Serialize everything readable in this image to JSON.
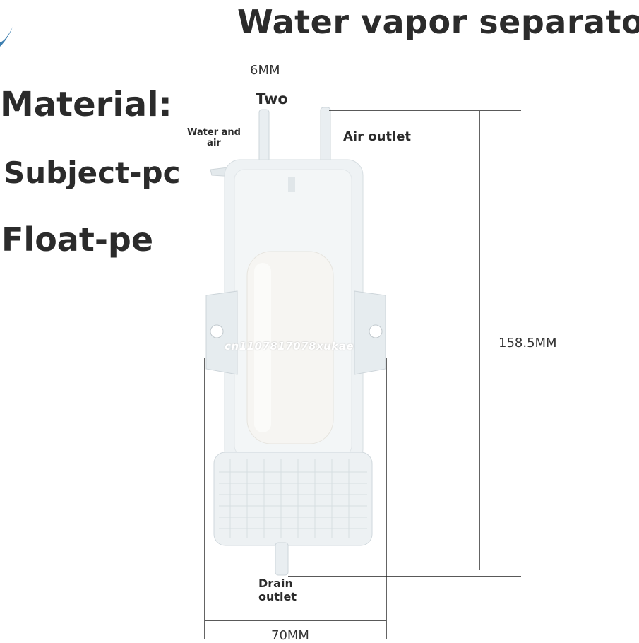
{
  "title": "Water vapor separator",
  "specs": {
    "material": "Material:",
    "subject": "Subject-pc",
    "float": "Float-pe"
  },
  "dimensions": {
    "tube_diameter": "6MM",
    "height": "158.5MM",
    "width": "70MM"
  },
  "labels": {
    "count": "Two",
    "inlet": "Water and air",
    "outlet_air": "Air outlet",
    "outlet_drain": "Drain outlet"
  },
  "watermark": "cn1107817078xukae",
  "colors": {
    "text_dark": "#2b2b2b",
    "body_clear": "#eef2f4",
    "float_white": "#f6f5f2",
    "dim_line": "#222222"
  }
}
